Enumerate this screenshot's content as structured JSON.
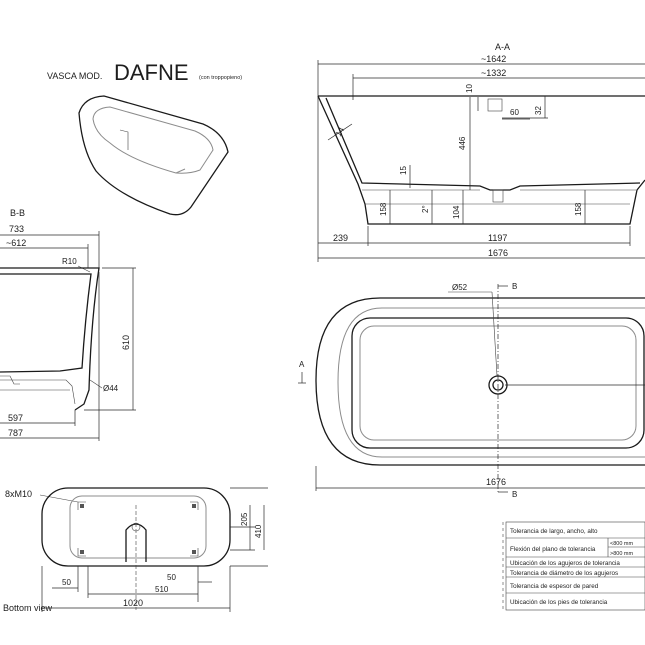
{
  "title": {
    "prefix": "VASCA MOD.",
    "model": "DAFNE",
    "note": "(con troppopieno)"
  },
  "section_aa": {
    "label": "A-A",
    "dims": {
      "overall_outer": "~1642",
      "overall_inner": "~1332",
      "rim": "10",
      "drain_w": "60",
      "drain_h": "32",
      "wall": "14",
      "depth": "446",
      "slope": "15",
      "angle": "2°",
      "floor_thk": "104",
      "foot_left": "158",
      "foot_right": "158",
      "offset": "239",
      "floor_len": "1197",
      "total": "1676"
    }
  },
  "section_bb": {
    "label": "B-B",
    "dims": {
      "top_outer": "733",
      "top_inner": "~612",
      "radius": "R10",
      "height": "610",
      "drain_dia": "Ø44",
      "base_inner": "597",
      "base_outer": "787"
    }
  },
  "plan_view": {
    "section_a": "A",
    "section_b_top": "B",
    "section_b_bottom": "B",
    "drain_dia": "Ø52",
    "length": "1676"
  },
  "bottom_view": {
    "label": "Bottom view",
    "dims": {
      "holes": "8xM10",
      "edge_left": "50",
      "edge_right": "50",
      "inner_span": "510",
      "outer_span": "1020",
      "half_width": "205",
      "width": "410"
    }
  },
  "tolerance_table": {
    "rows": [
      "Tolerancia de largo, ancho, alto",
      "Flexión del plano de tolerancia",
      "Ubicación de los agujeros de tolerancia",
      "Tolerancia de diámetro de los agujeros",
      "Tolerancia de espesor de pared",
      "Ubicación de los pies de tolerancia"
    ],
    "sub_rows": [
      "<800 mm",
      ">800 mm"
    ]
  }
}
